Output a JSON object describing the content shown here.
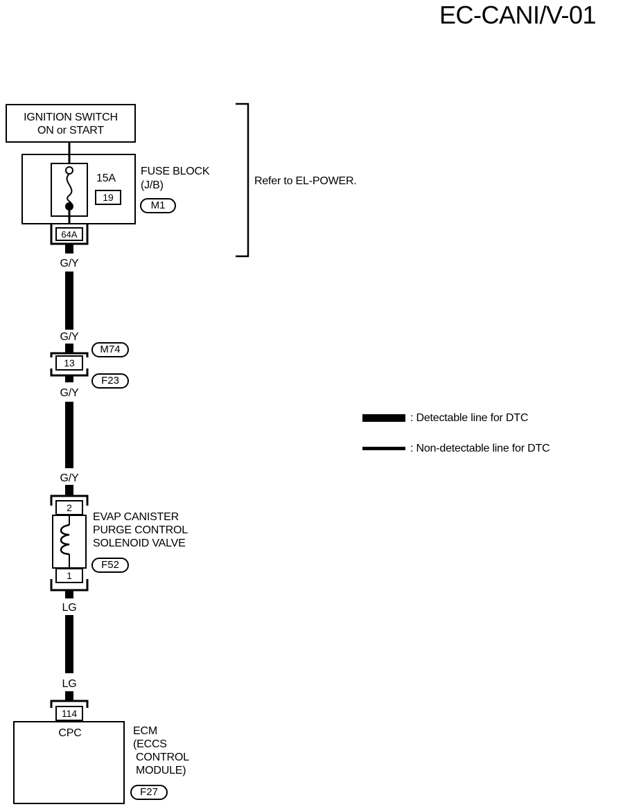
{
  "page_code": "EC-CANI/V-01",
  "ignition": {
    "line1": "IGNITION SWITCH",
    "line2": "ON or START"
  },
  "fuse_block": {
    "rating": "15A",
    "fuse_no": "19",
    "name_line1": "FUSE BLOCK",
    "name_line2": "(J/B)",
    "connector": "M1",
    "terminal": "64A"
  },
  "refer_text": "Refer to EL-POWER.",
  "wires": {
    "w1_top": "G/Y",
    "w1_bottom": "G/Y",
    "w2_top": "G/Y",
    "w2_bottom": "G/Y",
    "w3_top": "LG",
    "w3_bottom": "LG"
  },
  "joint_connector": {
    "terminal": "13",
    "connector_upper": "M74",
    "connector_lower": "F23"
  },
  "solenoid": {
    "terminal_top": "2",
    "terminal_bottom": "1",
    "name_line1": "EVAP CANISTER",
    "name_line2": "PURGE CONTROL",
    "name_line3": "SOLENOID VALVE",
    "connector": "F52"
  },
  "ecm": {
    "terminal": "114",
    "terminal_label": "CPC",
    "name_line1": "ECM",
    "name_line2": "(ECCS",
    "name_line3": "CONTROL",
    "name_line4": "MODULE)",
    "connector": "F27"
  },
  "legend": {
    "detectable": ": Detectable line for DTC",
    "non_detectable": ": Non-detectable line for DTC"
  }
}
